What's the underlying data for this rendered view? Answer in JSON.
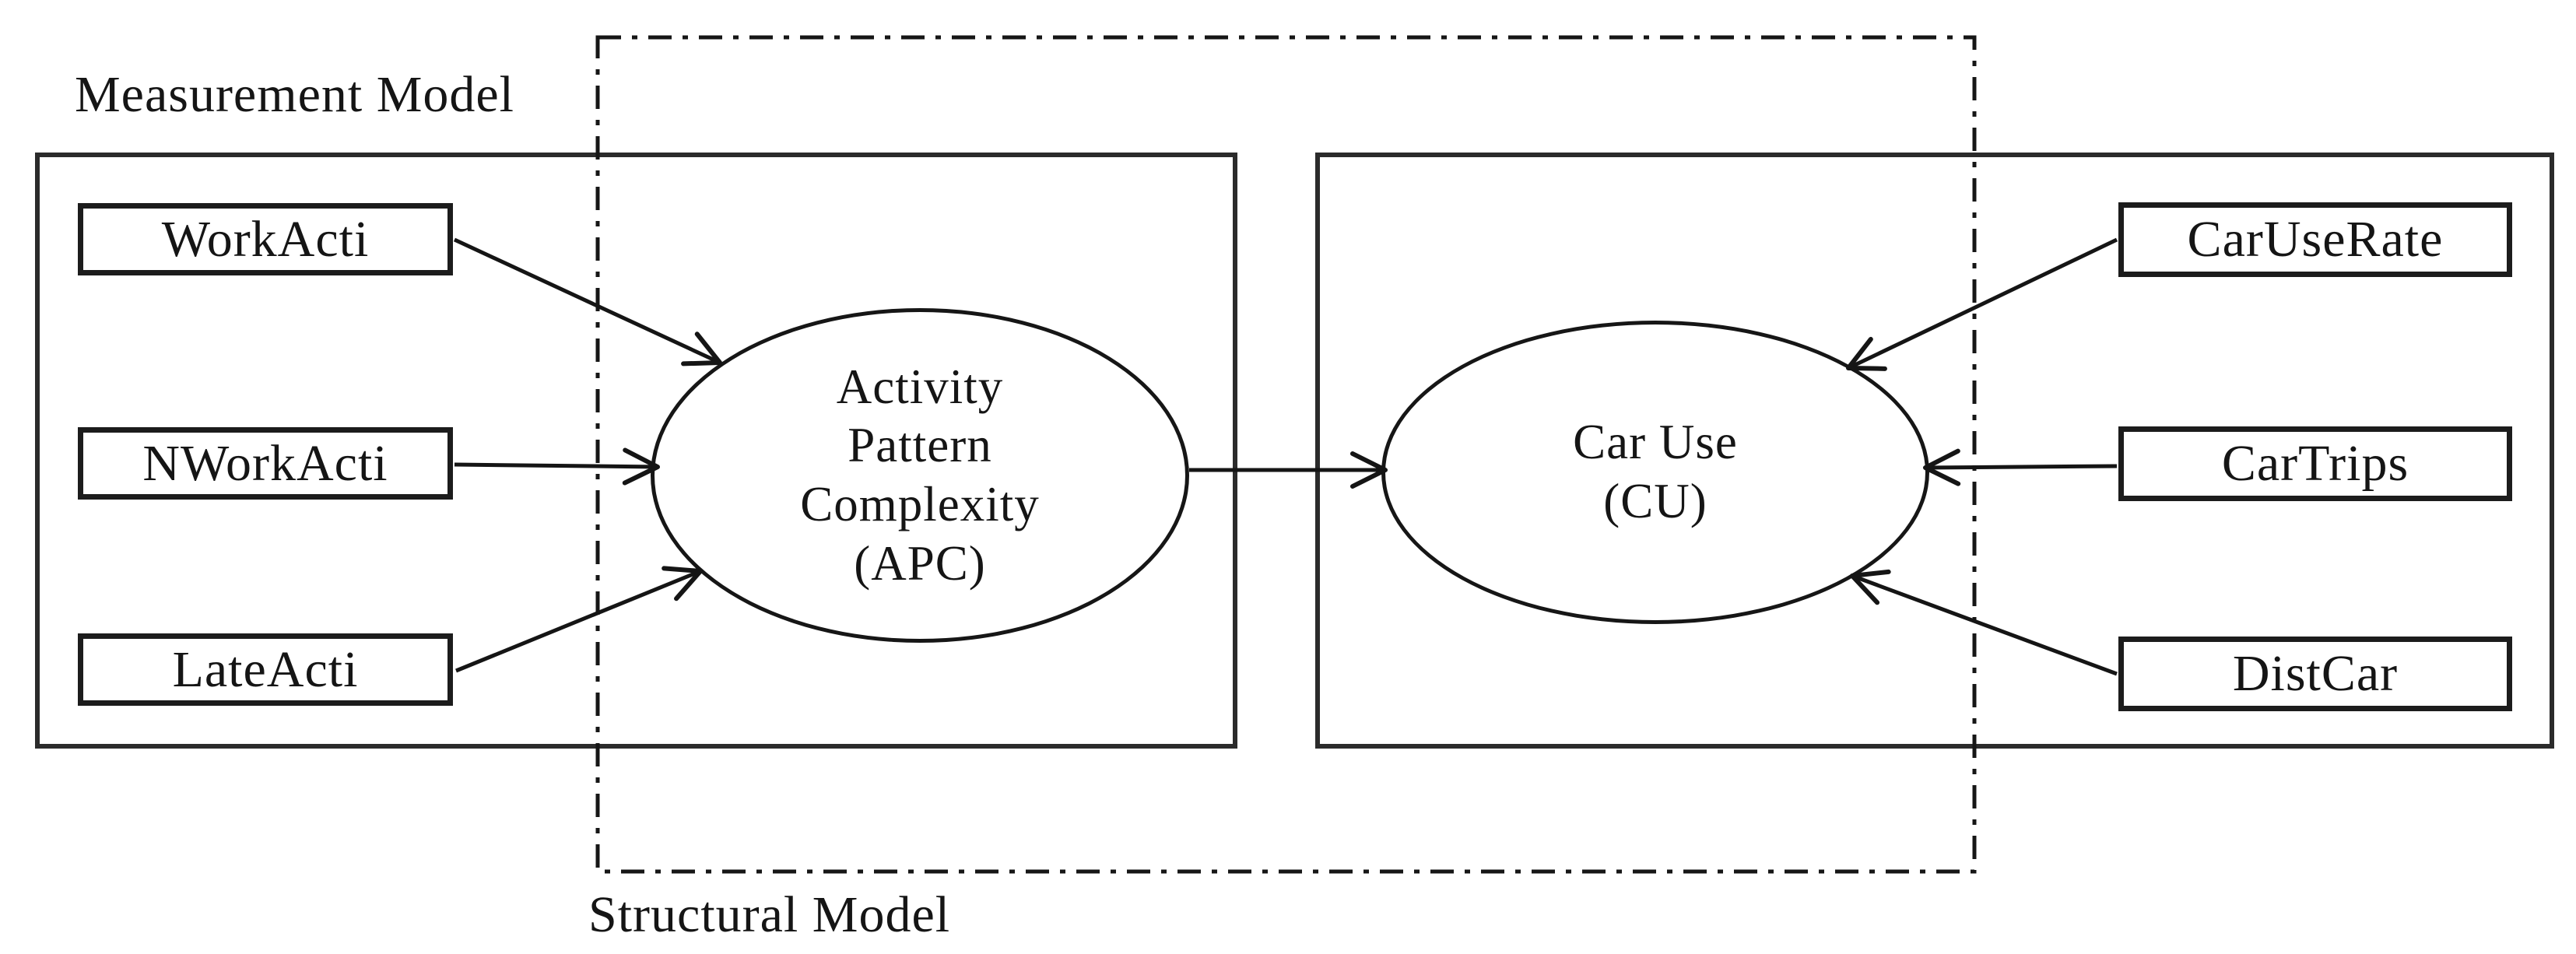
{
  "figure": {
    "background": "#ffffff",
    "ink_color": "#151515",
    "labels": {
      "measurement_model": "Measurement Model",
      "structural_model": "Structural Model"
    },
    "latent_variables": {
      "apc": {
        "lines": [
          "Activity",
          "Pattern",
          "Complexity",
          "(APC)"
        ]
      },
      "cu": {
        "lines": [
          "Car Use",
          "(CU)"
        ]
      }
    },
    "indicators": {
      "left": [
        "WorkActi",
        "NWorkActi",
        "LateActi"
      ],
      "right": [
        "CarUseRate",
        "CarTrips",
        "DistCar"
      ]
    },
    "edges": [
      {
        "from": "WorkActi",
        "to": "APC"
      },
      {
        "from": "NWorkActi",
        "to": "APC"
      },
      {
        "from": "LateActi",
        "to": "APC"
      },
      {
        "from": "APC",
        "to": "CU"
      },
      {
        "from": "CarUseRate",
        "to": "CU"
      },
      {
        "from": "CarTrips",
        "to": "CU"
      },
      {
        "from": "DistCar",
        "to": "CU"
      }
    ]
  }
}
